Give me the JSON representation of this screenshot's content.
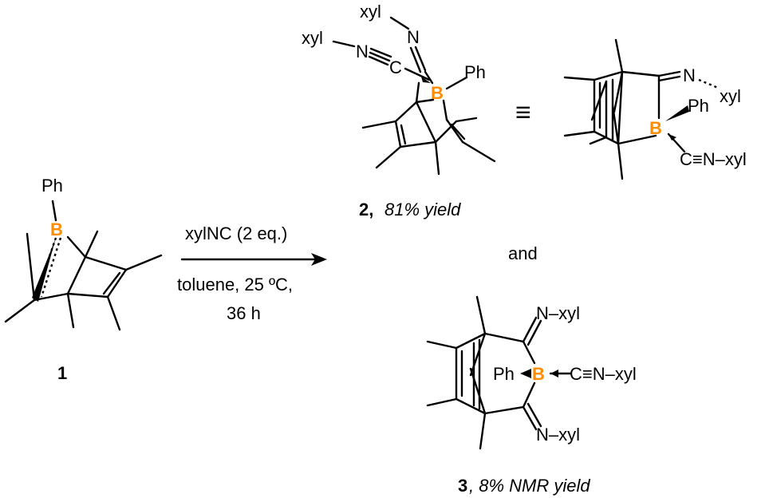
{
  "compound1": {
    "phenyl": "Ph",
    "boron": "B",
    "number": "1"
  },
  "reaction": {
    "reagent": "xylNC (2 eq.)",
    "condition_line1": "toluene, 25 ºC,",
    "condition_line2": "36 h"
  },
  "compound2": {
    "xyl_top": "xyl",
    "n_top": "N",
    "xyl_left": "xyl",
    "n_left": "N",
    "c_left": "C",
    "boron": "B",
    "phenyl": "Ph",
    "number": "2,",
    "yield": "81% yield"
  },
  "equivalence": "≡",
  "compound2_alt": {
    "n_imine": "N",
    "xyl_imine": "xyl",
    "phenyl": "Ph",
    "boron": "B",
    "isocyanide": "C≡N–xyl"
  },
  "and": "and",
  "compound3": {
    "n_top": "N–xyl",
    "phenyl": "Ph",
    "boron": "B",
    "isocyanide": "C≡N–xyl",
    "n_bottom": "N–xyl",
    "number": "3",
    "yield": ", 8% NMR yield"
  }
}
